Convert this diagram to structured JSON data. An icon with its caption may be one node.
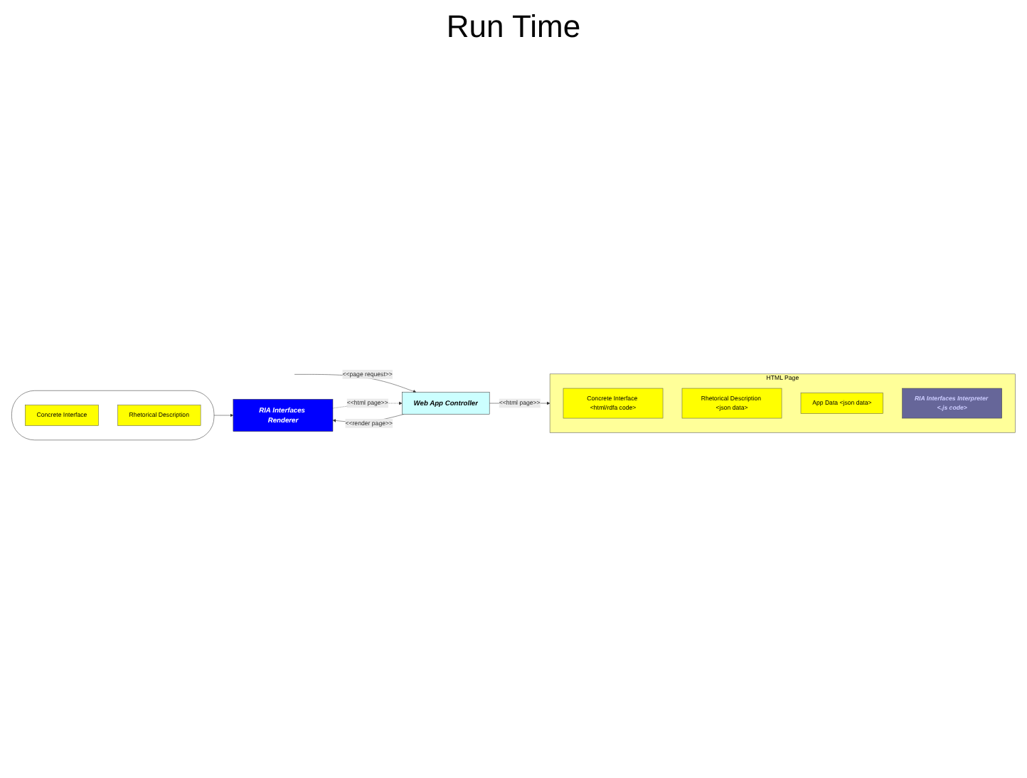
{
  "diagram": {
    "title": "Run Time",
    "nodes": [
      {
        "text": [
          "HTML Page"
        ]
      },
      {
        "text": [
          "Concrete Interface <html/rdfa code>"
        ],
        "in": 0
      },
      {
        "text": [
          "Rhetorical Description <json data>"
        ],
        "in": 0
      },
      {
        "text": [
          "App Data <json data>"
        ],
        "in": 0
      },
      {
        "text": [
          "RIA Interfaces Interpreter <.js code>"
        ],
        "in": 0
      },
      {
        "text": [
          "Web App Controller"
        ]
      },
      {
        "text": [
          "RIA Interfaces Renderer"
        ]
      },
      {
        "text": [],
        "shape": "cylinder"
      },
      {
        "text": [
          "Concrete Interface"
        ],
        "in": 7
      },
      {
        "text": [
          "Rhetorical Description"
        ],
        "in": 7
      }
    ],
    "edges": [
      {
        "from": null,
        "to": 5,
        "arrow": "to",
        "label": "<<page request>>"
      },
      {
        "from": 5,
        "to": 6,
        "arrow": "to",
        "label": "<<render page>>"
      },
      {
        "from": 6,
        "to": 5,
        "arrow": "to",
        "label": "<<html page>>",
        "style": "dashed"
      },
      {
        "from": 5,
        "to": 0,
        "arrow": "to",
        "label": "<<html page>>"
      },
      {
        "from": 7,
        "to": 6,
        "arrow": "to"
      }
    ]
  }
}
